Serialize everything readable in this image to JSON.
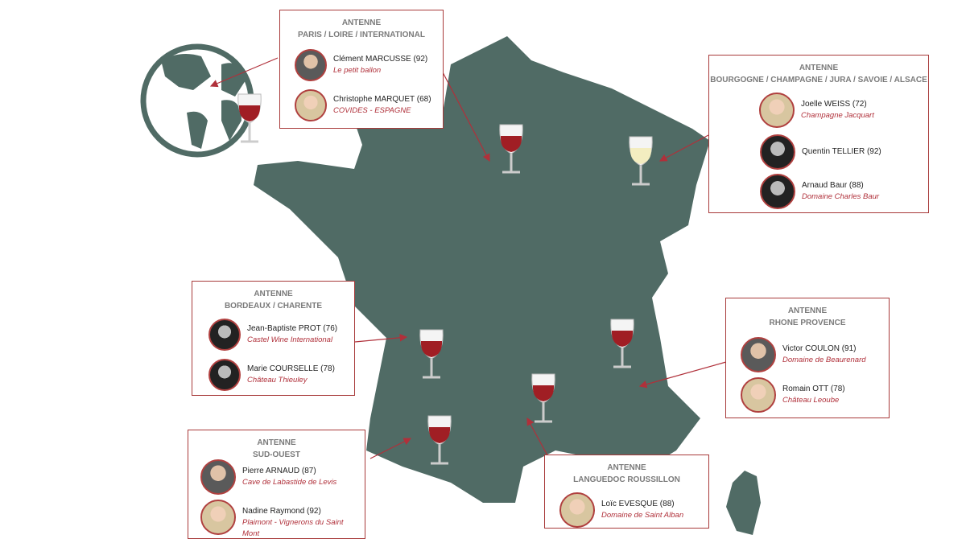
{
  "antennas": [
    {
      "title": "ANTENNE",
      "region": "PARIS / LOIRE / INTERNATIONAL",
      "people": [
        {
          "name": "Clément MARCUSSE (92)",
          "org": "Le petit ballon"
        },
        {
          "name": "Christophe MARQUET (68)",
          "org": "COVIDES - ESPAGNE"
        }
      ]
    },
    {
      "title": "ANTENNE",
      "region": "BOURGOGNE / CHAMPAGNE / JURA / SAVOIE / ALSACE",
      "people": [
        {
          "name": "Joelle WEISS (72)",
          "org": "Champagne Jacquart"
        },
        {
          "name": "Quentin TELLIER (92)",
          "org": ""
        },
        {
          "name": "Arnaud Baur (88)",
          "org": "Domaine Charles Baur"
        }
      ]
    },
    {
      "title": "ANTENNE",
      "region": "BORDEAUX  / CHARENTE",
      "people": [
        {
          "name": "Jean-Baptiste PROT (76)",
          "org": "Castel Wine International"
        },
        {
          "name": "Marie COURSELLE (78)",
          "org": "Château Thieuley"
        }
      ]
    },
    {
      "title": "ANTENNE",
      "region": "RHONE PROVENCE",
      "people": [
        {
          "name": "Victor COULON (91)",
          "org": "Domaine de Beaurenard"
        },
        {
          "name": "Romain OTT (78)",
          "org": "Château Leoube"
        }
      ]
    },
    {
      "title": "ANTENNE",
      "region": "SUD-OUEST",
      "people": [
        {
          "name": "Pierre ARNAUD (87)",
          "org": "Cave de Labastide de Levis"
        },
        {
          "name": "Nadine Raymond (92)",
          "org": "Plaimont - Vignerons du Saint Mont"
        }
      ]
    },
    {
      "title": "ANTENNE",
      "region": "LANGUEDOC ROUSSILLON",
      "people": [
        {
          "name": "Loïc EVESQUE (88)",
          "org": "Domaine de Saint Alban"
        }
      ]
    }
  ],
  "colors": {
    "map": "#506b65",
    "accent": "#b0303a",
    "red_wine": "#a01e24",
    "white_wine": "#f3edc0"
  }
}
